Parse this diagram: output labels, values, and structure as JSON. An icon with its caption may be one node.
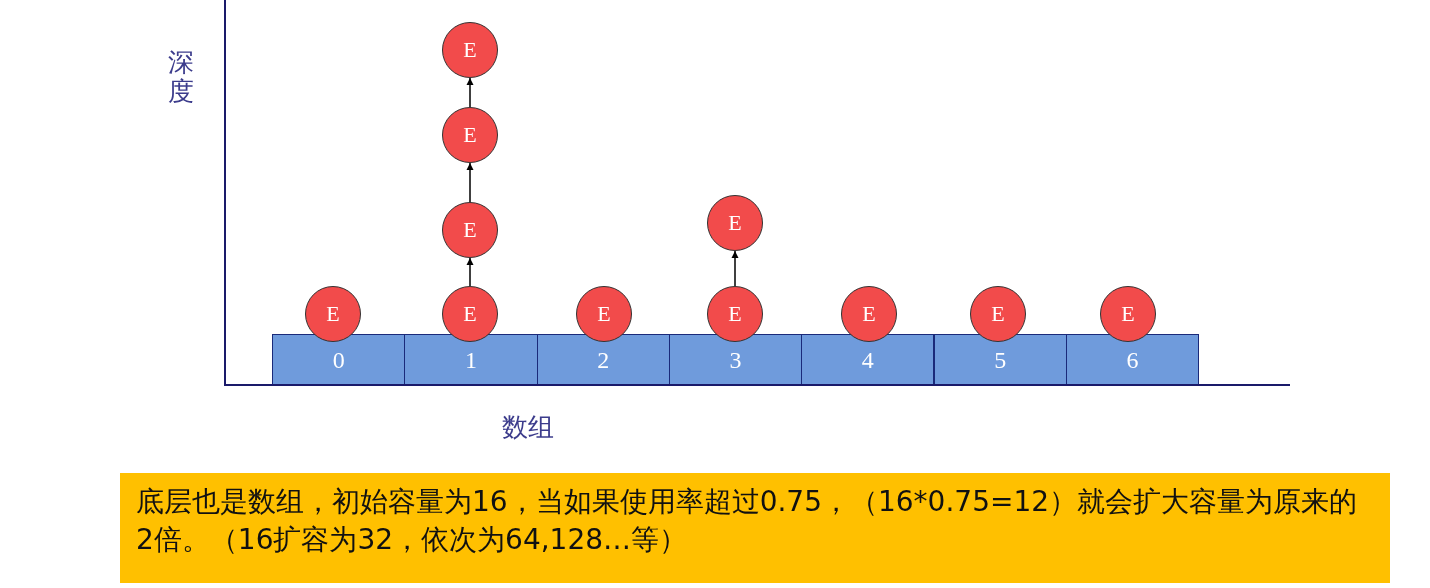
{
  "diagram": {
    "nodes": [
      {
        "text": [
          "0"
        ]
      },
      {
        "text": [
          "1"
        ]
      },
      {
        "text": [
          "2"
        ]
      },
      {
        "text": [
          "3"
        ]
      },
      {
        "text": [
          "4"
        ]
      },
      {
        "text": [
          "5"
        ]
      },
      {
        "text": [
          "6"
        ]
      },
      {
        "text": [
          "E"
        ]
      },
      {
        "text": [
          "E"
        ]
      },
      {
        "text": [
          "E"
        ]
      },
      {
        "text": [
          "E"
        ]
      },
      {
        "text": [
          "E"
        ]
      },
      {
        "text": [
          "E"
        ]
      },
      {
        "text": [
          "E"
        ]
      },
      {
        "text": [
          "E"
        ]
      },
      {
        "text": [
          "E"
        ]
      },
      {
        "text": [
          "E"
        ]
      },
      {
        "text": [
          "E"
        ]
      },
      {
        "text": [
          "底层也是数组，初始容量为16，当如果使用率超过0.75，（16*0.75=12）就会扩大容量为原来的2倍。（16扩容为32，依次为64,128…等）"
        ]
      }
    ],
    "edges": [
      {
        "from": 8,
        "to": 9,
        "arrow": "to"
      },
      {
        "from": 9,
        "to": 10,
        "arrow": "to"
      },
      {
        "from": 10,
        "to": 11,
        "arrow": "to"
      },
      {
        "from": 13,
        "to": 14,
        "arrow": "to"
      }
    ],
    "labels": [
      "深度",
      "数组"
    ]
  }
}
